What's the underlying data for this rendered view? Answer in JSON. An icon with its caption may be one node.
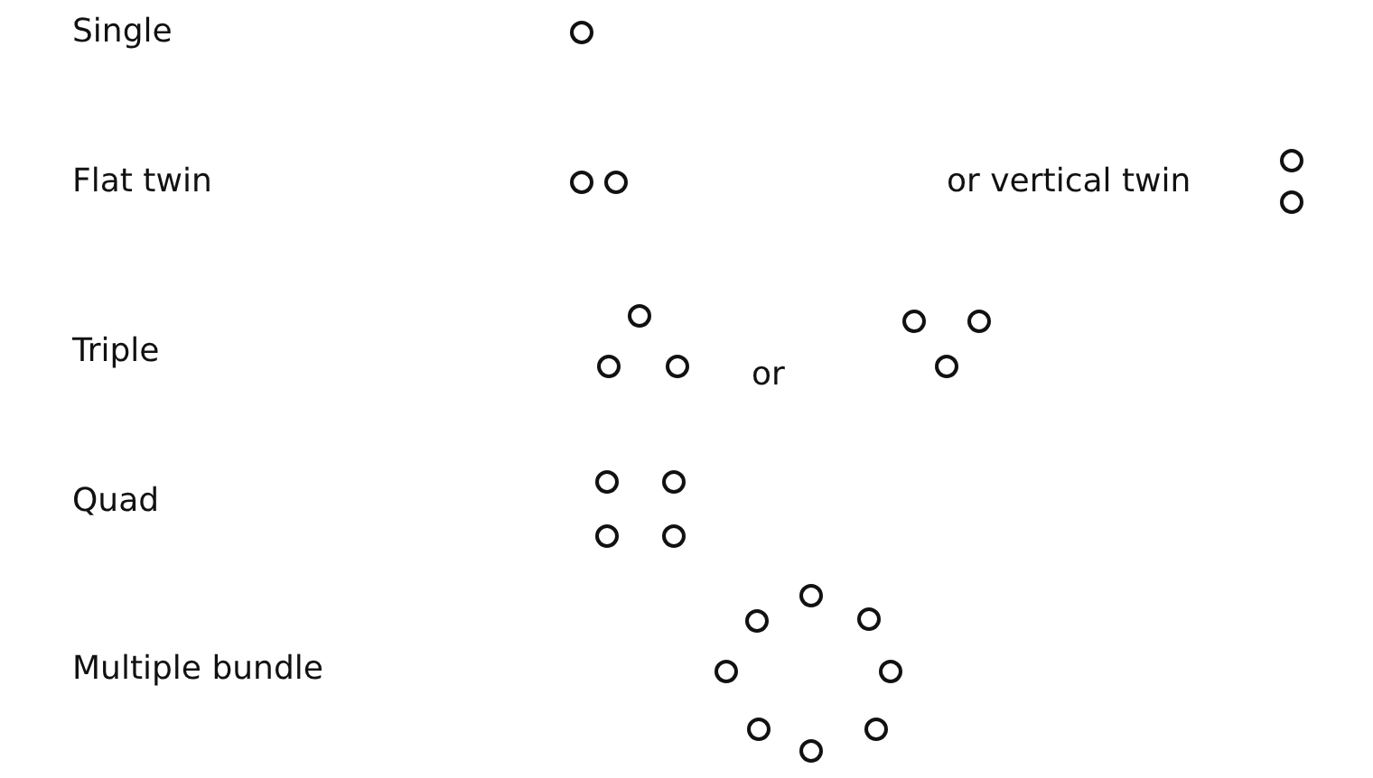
{
  "diagram": {
    "labels": [
      "Single",
      "Flat twin",
      "or vertical twin",
      "Triple",
      "or",
      "Quad",
      "Multiple bundle"
    ]
  }
}
